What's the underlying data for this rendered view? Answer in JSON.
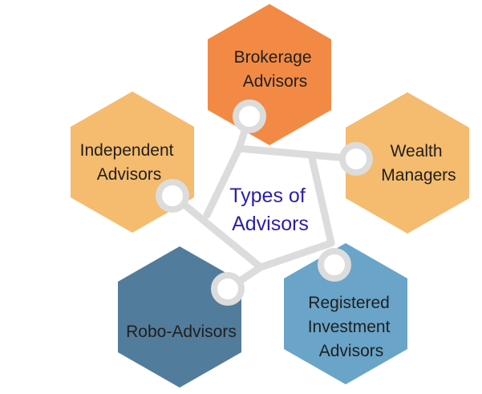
{
  "center": {
    "lines": [
      "Types of",
      "Advisors"
    ],
    "color": "#2b1fa8"
  },
  "colors": {
    "connector": "#dcdcdc",
    "node_fill": "#ffffff",
    "brokerage": "#f28a45",
    "independent": "#f5bb6e",
    "wealth": "#f5bb6e",
    "robo": "#527c9b",
    "registered": "#6aa4c8"
  },
  "nodes": [
    {
      "id": "brokerage",
      "lines": [
        "Brokerage",
        "Advisors"
      ]
    },
    {
      "id": "independent",
      "lines": [
        "Independent",
        "Advisors"
      ]
    },
    {
      "id": "wealth",
      "lines": [
        "Wealth",
        "Managers"
      ]
    },
    {
      "id": "robo",
      "lines": [
        "Robo-Advisors"
      ]
    },
    {
      "id": "registered",
      "lines": [
        "Registered",
        "Investment",
        "Advisors"
      ]
    }
  ]
}
